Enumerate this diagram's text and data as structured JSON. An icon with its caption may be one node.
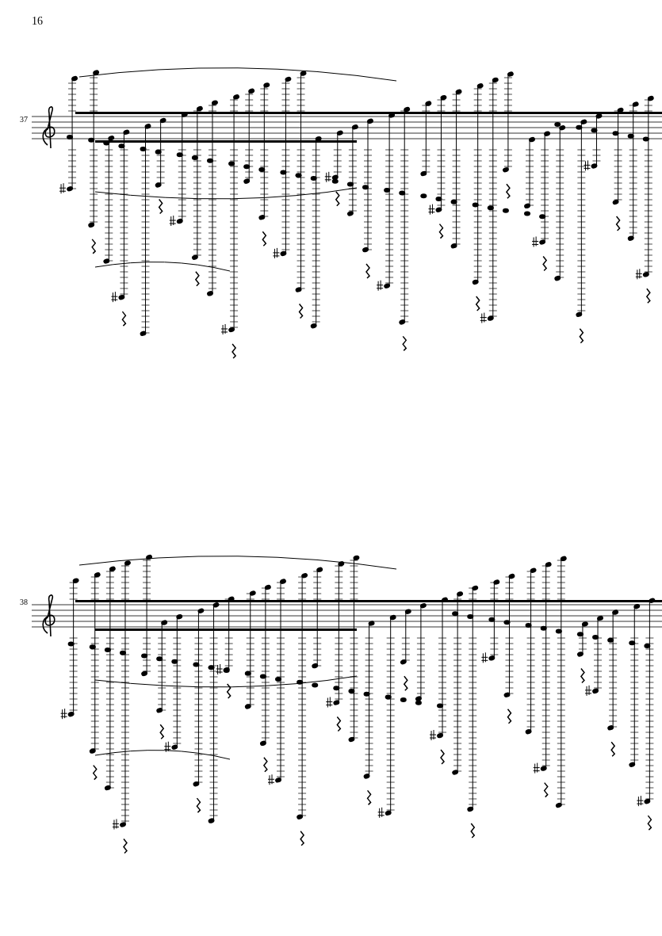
{
  "diagram": {
    "labels": [
      "16",
      "37",
      "38"
    ]
  }
}
